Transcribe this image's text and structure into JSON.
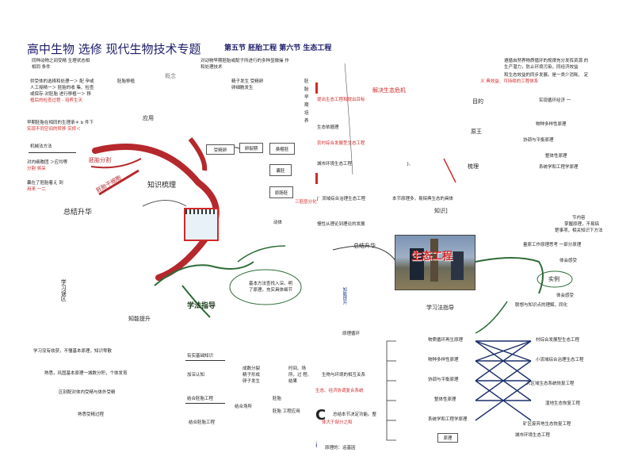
{
  "header": {
    "title": "高中生物  选修  现代生物技术专题",
    "subtitle": "第五节  胚胎工程  第六节  生态工程"
  },
  "left": {
    "l1": "同种动物之间受精  生理状态相",
    "l2": "相同                                  条件",
    "l3": "供受体的选择和处理一＞  配  孕或",
    "l4": "人工授精一＞  胚胎的收  集、检查",
    "l5": "或保存-对胚胎  进行移植一＞  移",
    "l6": "植后的检查过程  -  培养生天",
    "l7": "早期胚胎在相同的生理承＊  b  件下",
    "l8": "实现不同空间的转移  实修＜",
    "l9": "机械法方法",
    "l10": "对内细胞团  ＞应均等",
    "l11": "分割  将采",
    "l12": "囊在了胚胎着え  到",
    "l13": "用来 一二",
    "peitai": "胚胎移植",
    "yingyong": "应用",
    "fenge": "胚胎分割",
    "ganxibao": "胚胎干细胞",
    "zongjie": "总结升华",
    "zhishi": "知识梳理"
  },
  "center": {
    "a1": "对动物早期胚胎或配子所进行的多种显微操  作",
    "a2": "和处理技术",
    "gainian": "概念",
    "b1": "精子发生  受精卵",
    "b2": "卵细胞发生",
    "shoujingluan": "受精卵",
    "sangshi": "桑椹胚",
    "nangpei": "囊胚",
    "yuanchang": "原肠胚",
    "peitaiqi": "卵裂期",
    "shengchang": "动体",
    "sanpei": "三胚层分化",
    "xuefa": "学法指导",
    "zhineng": "知能提升",
    "xuexiwuqu": "学习误区",
    "m1": "基本方法查找入深。明",
    "m2": "了原理。充实具体细节"
  },
  "branch": {
    "v1": "胚",
    "v2": "胎",
    "v3": "早",
    "v4": "期",
    "v5": "培",
    "v6": "养",
    "c1": "提出生态工程和提出目标",
    "c2": "生态依据理",
    "c3": "农村综合发展型生态工程",
    "c4": "城市环境生态工程",
    "c5": "J`  流域综合治理生态工程",
    "c6": "慢性从理论到理论的发展",
    "jiejue": "解决生态危机",
    "jiu": "J、",
    "right1": "本节原理多，易探典生态的具体",
    "zhishi2": "知识]",
    "zongjie2": "总结升华"
  },
  "right": {
    "r1": "遵循自然界物质循环的规律充分发挥资源  的",
    "r2": "生产潜力，防止环境污染，同经济效益",
    "r3": "和生态效益的同步发展。是一类少消耗、  定",
    "r4": "义  典效益、可持续的工程体系",
    "mudi": "目的",
    "mudi2": "实现循环经济  一",
    "yuanli": "原王",
    "yl1": "物种多样性原理",
    "yl2": "协调与平衡原理",
    "yl3": "整体性原理",
    "yl4": "系统学和工程学原理",
    "shuli": "梳理",
    "s1": "节内容",
    "s2": "掌握原理，不易搞",
    "s3": "楚事项，相关知识下方法",
    "s4": "量原工作原理思考  一部分原理",
    "yuanli2": "体会感受",
    "shili": "实例",
    "ganshou": "体会感受",
    "s5": "联想与知识点的理解，同化"
  },
  "photo": {
    "label": "生态工程",
    "side": "学习法指导"
  },
  "bottom": {
    "b1": "学习没有收获，不懂基本原理，知识零散",
    "b2": "熟悉，巩固基本原理一城数分积，个体发育",
    "b3": "区别配对体内受精与体外受精",
    "b4": "熟悉受精过程",
    "g1": "有实基础知识",
    "g2": "加深认知",
    "g3": "结合胚胎工程",
    "g4": "结合胚胎工程",
    "m1": "成数分裂",
    "m2": "精子形成",
    "m3": "卵子发生",
    "jie": "结合场所",
    "s1": "时间、场",
    "s2": "所，过  程、",
    "s3": "结果",
    "p1": "胚胎",
    "p2": "胚胎  工程应用",
    "w1": "生物与环境的相互关系",
    "w2": "生态、经济协调复合系统",
    "yuan": "原理循环",
    "cc": "C",
    "cc2": "总结本节决定功能。整",
    "cc3": "体大于部分之和",
    "ii": "i",
    "ii2": "原理的：运基因"
  },
  "grid": {
    "left": [
      "物质循环再生原理",
      "物种多样性原理",
      "协调与平衡原理",
      "整体性原理",
      "系统学和工程学原理"
    ],
    "right": [
      "村综合发展型生态工程",
      "小流域综合治理生态工程",
      "大区域生态系统恢复工程",
      "湿地生态恢复工程",
      "矿区废弃地生态恢复工程",
      "城市环境生态工程"
    ],
    "yuanli": "原理"
  },
  "colors": {
    "accent": "#d12a2a",
    "title": "#1c1c6a",
    "ribbon": "#b5282c",
    "photo": "#4a5d7c"
  }
}
